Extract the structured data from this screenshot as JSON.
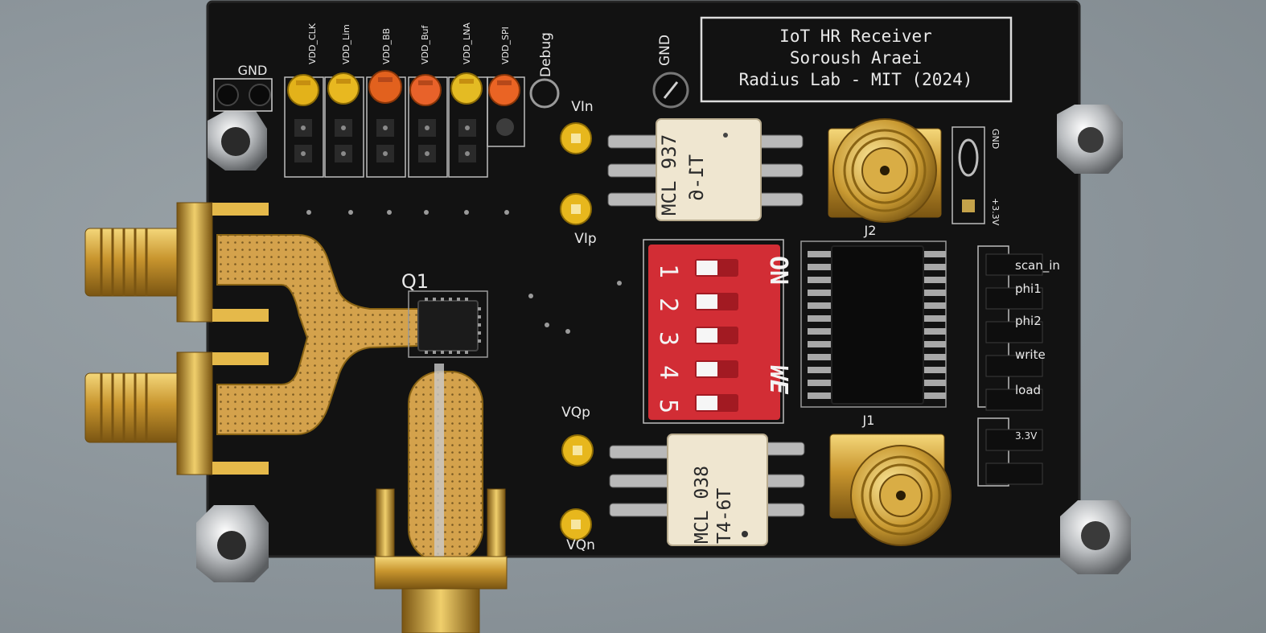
{
  "board": {
    "title_block": [
      "IoT HR Receiver",
      "Soroush Araei",
      "Radius Lab - MIT (2024)"
    ],
    "header_labels": [
      "VDD_CLK",
      "VDD_Lim",
      "VDD_BB",
      "VDD_Buf",
      "VDD_LNA",
      "VDD_SPI"
    ],
    "debug_label": "Debug",
    "gnd_left": "GND",
    "gnd_right": "GND",
    "test_points": [
      "VIn",
      "VIp",
      "VQp",
      "VQn"
    ],
    "q1_label": "Q1",
    "j1_label": "J1",
    "j2_label": "J2",
    "transformer_top": [
      "MCL 937",
      "T1-6"
    ],
    "transformer_bottom": [
      "MCL 038",
      "T4-6T"
    ],
    "dip_switch": {
      "on_label": "ON",
      "we_label": "WE",
      "positions": [
        "1",
        "2",
        "3",
        "4",
        "5"
      ]
    },
    "right_header_labels": [
      "scan_in",
      "phi1",
      "phi2",
      "write",
      "load",
      "3.3V"
    ],
    "power_header_labels": [
      "GND",
      "+3.3V"
    ]
  }
}
